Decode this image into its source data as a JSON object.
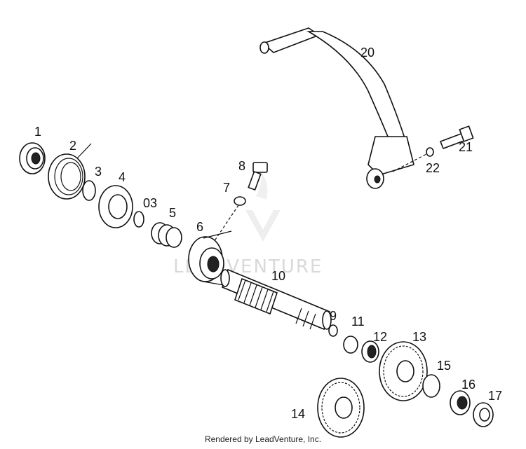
{
  "watermark": {
    "text": "LEADVENTURE"
  },
  "credit": "Rendered by LeadVenture, Inc.",
  "callouts": [
    {
      "id": "p1",
      "label": "1"
    },
    {
      "id": "p2",
      "label": "2"
    },
    {
      "id": "p3",
      "label": "3"
    },
    {
      "id": "p4",
      "label": "4"
    },
    {
      "id": "p03",
      "label": "03"
    },
    {
      "id": "p5",
      "label": "5"
    },
    {
      "id": "p6",
      "label": "6"
    },
    {
      "id": "p7",
      "label": "7"
    },
    {
      "id": "p8",
      "label": "8"
    },
    {
      "id": "p9",
      "label": "9"
    },
    {
      "id": "p10",
      "label": "10"
    },
    {
      "id": "p11",
      "label": "11"
    },
    {
      "id": "p12",
      "label": "12"
    },
    {
      "id": "p13",
      "label": "13"
    },
    {
      "id": "p14",
      "label": "14"
    },
    {
      "id": "p15",
      "label": "15"
    },
    {
      "id": "p16",
      "label": "16"
    },
    {
      "id": "p17",
      "label": "17"
    },
    {
      "id": "p20",
      "label": "20"
    },
    {
      "id": "p21",
      "label": "21"
    },
    {
      "id": "p22",
      "label": "22"
    }
  ]
}
